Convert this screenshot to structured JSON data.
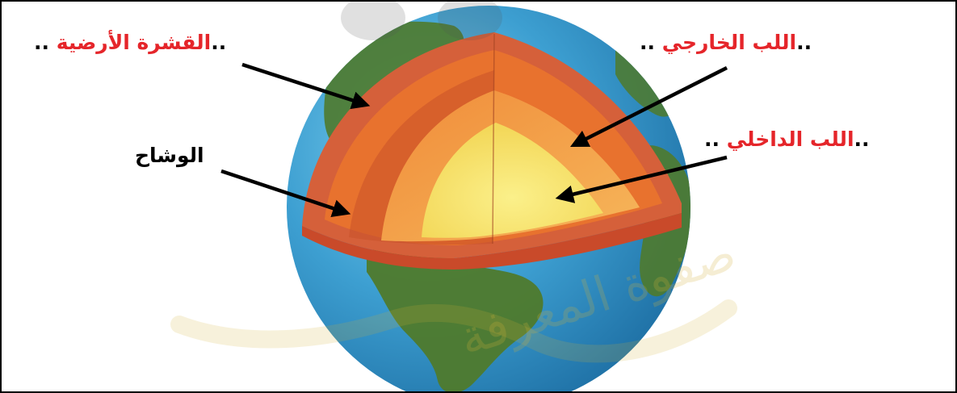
{
  "diagram": {
    "labels": {
      "crust": {
        "prefix": "..",
        "text": "القشرة الأرضية",
        "suffix": " .."
      },
      "outer_core": {
        "prefix": "..",
        "text": "اللب الخارجي",
        "suffix": " .."
      },
      "inner_core": {
        "prefix": "..",
        "text": "اللب الداخلي",
        "suffix": " .."
      },
      "mantle": {
        "text": "الوشاح"
      }
    },
    "watermark": {
      "text": "صفوة المعرفة"
    },
    "colors": {
      "label_red": "#e5252a",
      "ocean": "#3d9fd1",
      "land": "#4f7a2c",
      "crust": "#d5603a",
      "mantle": "#e8722e",
      "outer_core": "#f3a64c",
      "inner_core": "#f7e46a",
      "arrow": "#000000"
    }
  }
}
